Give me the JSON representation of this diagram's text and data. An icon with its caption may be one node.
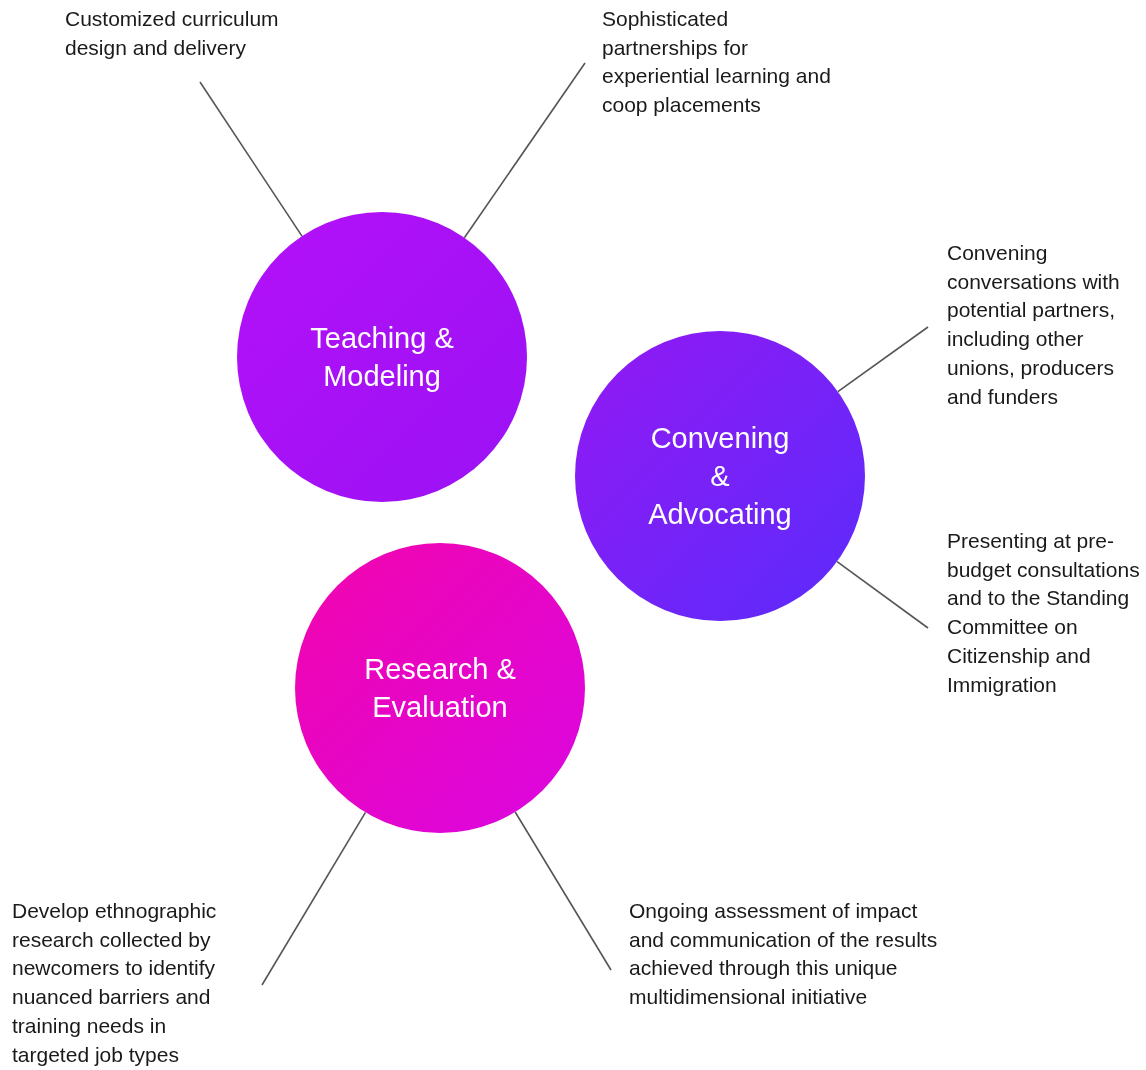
{
  "diagram": {
    "nodes": [
      {
        "text": [
          "Customized curriculum design and delivery"
        ]
      },
      {
        "text": [
          "Sophisticated partnerships for experiential learning and coop placements"
        ]
      },
      {
        "text": [
          "Teaching & Modeling"
        ]
      },
      {
        "text": [
          "Convening conversations with potential partners, including other unions, producers and funders"
        ]
      },
      {
        "text": [
          "Convening & Advocating"
        ]
      },
      {
        "text": [
          "Presenting at pre-budget consultations and to the Standing Committee on Citizenship and Immigration"
        ]
      },
      {
        "text": [
          "Research & Evaluation"
        ]
      },
      {
        "text": [
          "Develop ethnographic research collected by newcomers to identify nuanced barriers and training needs in targeted job types"
        ]
      },
      {
        "text": [
          "Ongoing assessment of impact and communication of the results achieved through this unique multidimensional initiative"
        ]
      }
    ],
    "edges": [
      {
        "from": 0,
        "to": 2,
        "arrow": "none"
      },
      {
        "from": 1,
        "to": 2,
        "arrow": "none"
      },
      {
        "from": 3,
        "to": 4,
        "arrow": "none"
      },
      {
        "from": 5,
        "to": 4,
        "arrow": "none"
      },
      {
        "from": 7,
        "to": 6,
        "arrow": "none"
      },
      {
        "from": 8,
        "to": 6,
        "arrow": "none"
      }
    ]
  }
}
